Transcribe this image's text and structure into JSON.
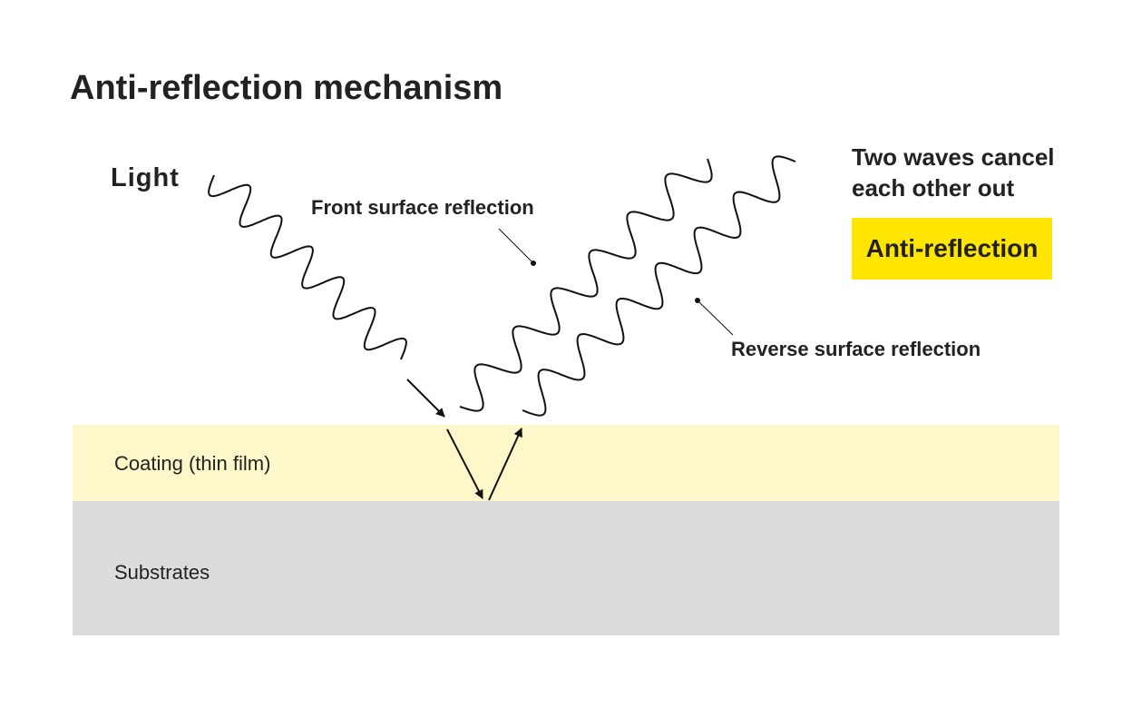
{
  "title": "Anti-reflection mechanism",
  "labels": {
    "light": "Light",
    "front_reflection": "Front surface reflection",
    "reverse_reflection": "Reverse surface reflection",
    "cancel_note": "Two waves cancel each other out",
    "anti_reflection": "Anti-reflection",
    "coating": "Coating (thin film)",
    "substrate": "Substrates"
  },
  "colors": {
    "coating": "#fdf7c9",
    "substrate": "#dcdcdc",
    "badge": "#ffe500",
    "stroke": "#111111",
    "text": "#222222"
  }
}
